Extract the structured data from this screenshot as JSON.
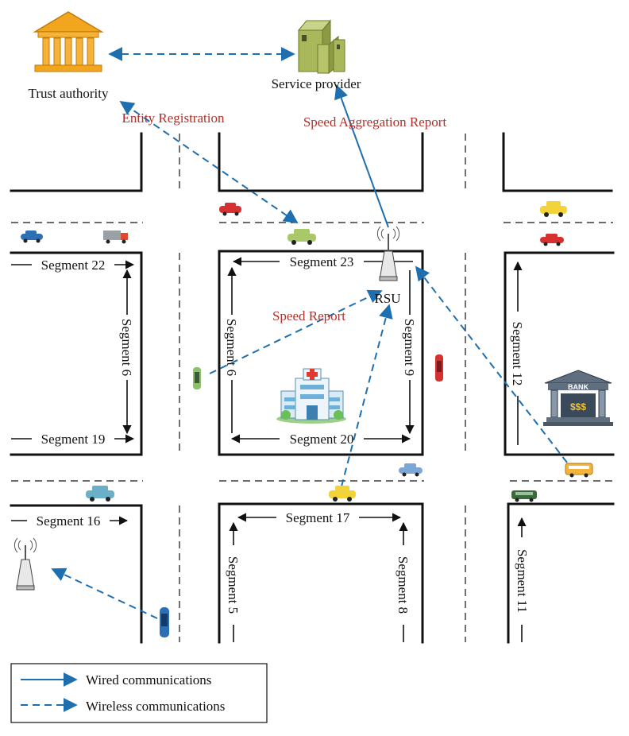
{
  "entities": {
    "trust_authority": "Trust authority",
    "service_provider": "Service provider",
    "rsu": "RSU",
    "bank": "BANK",
    "bank_sign": "$$$"
  },
  "messages": {
    "entity_registration": "Entity Registration",
    "speed_aggregation_report": "Speed Aggregation Report",
    "speed_report": "Speed Report"
  },
  "segments": {
    "s22": "Segment 22",
    "s23": "Segment 23",
    "s6_left": "Segment 6",
    "s6_mid": "Segment 6",
    "s9": "Segment 9",
    "s12": "Segment 12",
    "s19": "Segment 19",
    "s20": "Segment 20",
    "s16": "Segment 16",
    "s17": "Segment 17",
    "s5": "Segment 5",
    "s8": "Segment 8",
    "s11": "Segment 11"
  },
  "legend": {
    "wired": "Wired communications",
    "wireless": "Wireless communications"
  },
  "colors": {
    "link": "#1d6fb0",
    "message_text": "#b0302a",
    "authority": "#f2a51f",
    "server": "#a8b85a"
  },
  "icons": [
    "trust-authority-building-icon",
    "server-icon",
    "rsu-antenna-icon",
    "hospital-icon",
    "bank-icon",
    "car-icon",
    "truck-icon",
    "bus-icon"
  ]
}
